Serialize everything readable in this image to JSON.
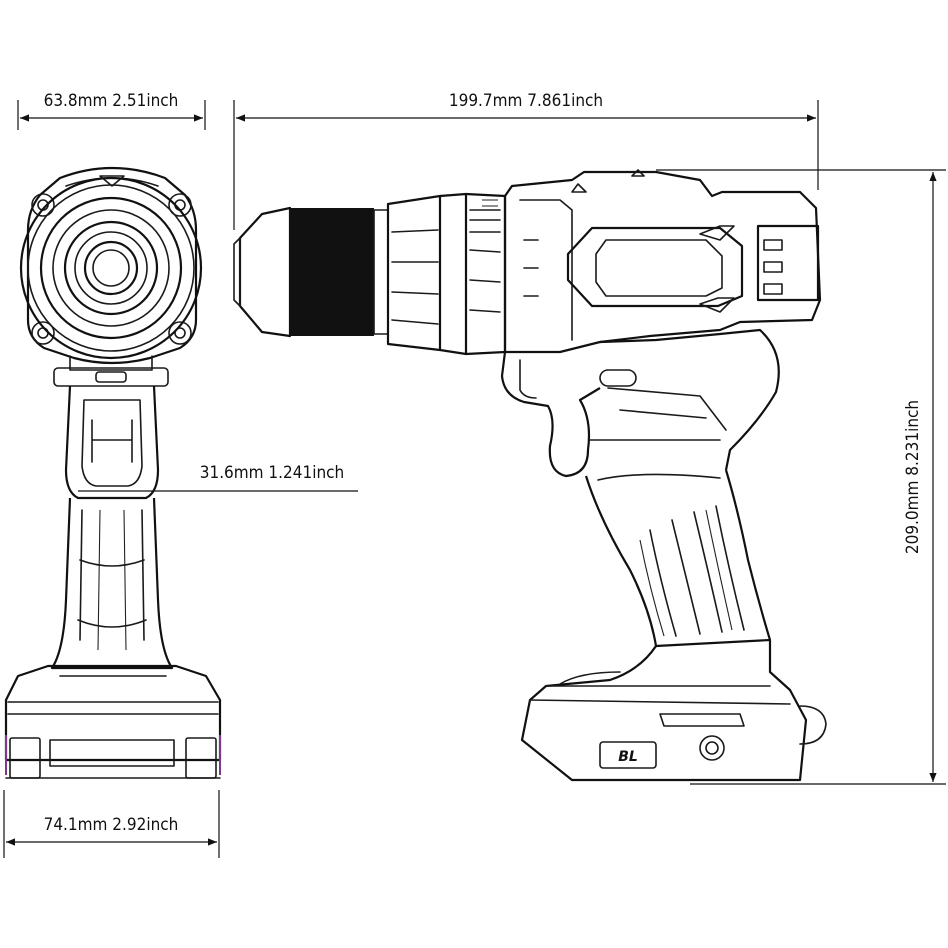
{
  "dimensions": {
    "head_width": "63.8mm  2.51inch",
    "total_length": "199.7mm  7.861inch",
    "grip_width": "31.6mm  1.241inch",
    "total_height": "209.0mm  8.231inch",
    "base_width": "74.1mm  2.92inch"
  },
  "badge": {
    "text": "BL"
  },
  "colors": {
    "line": "#111111",
    "background": "#ffffff",
    "accent": "#7a3a8a"
  }
}
